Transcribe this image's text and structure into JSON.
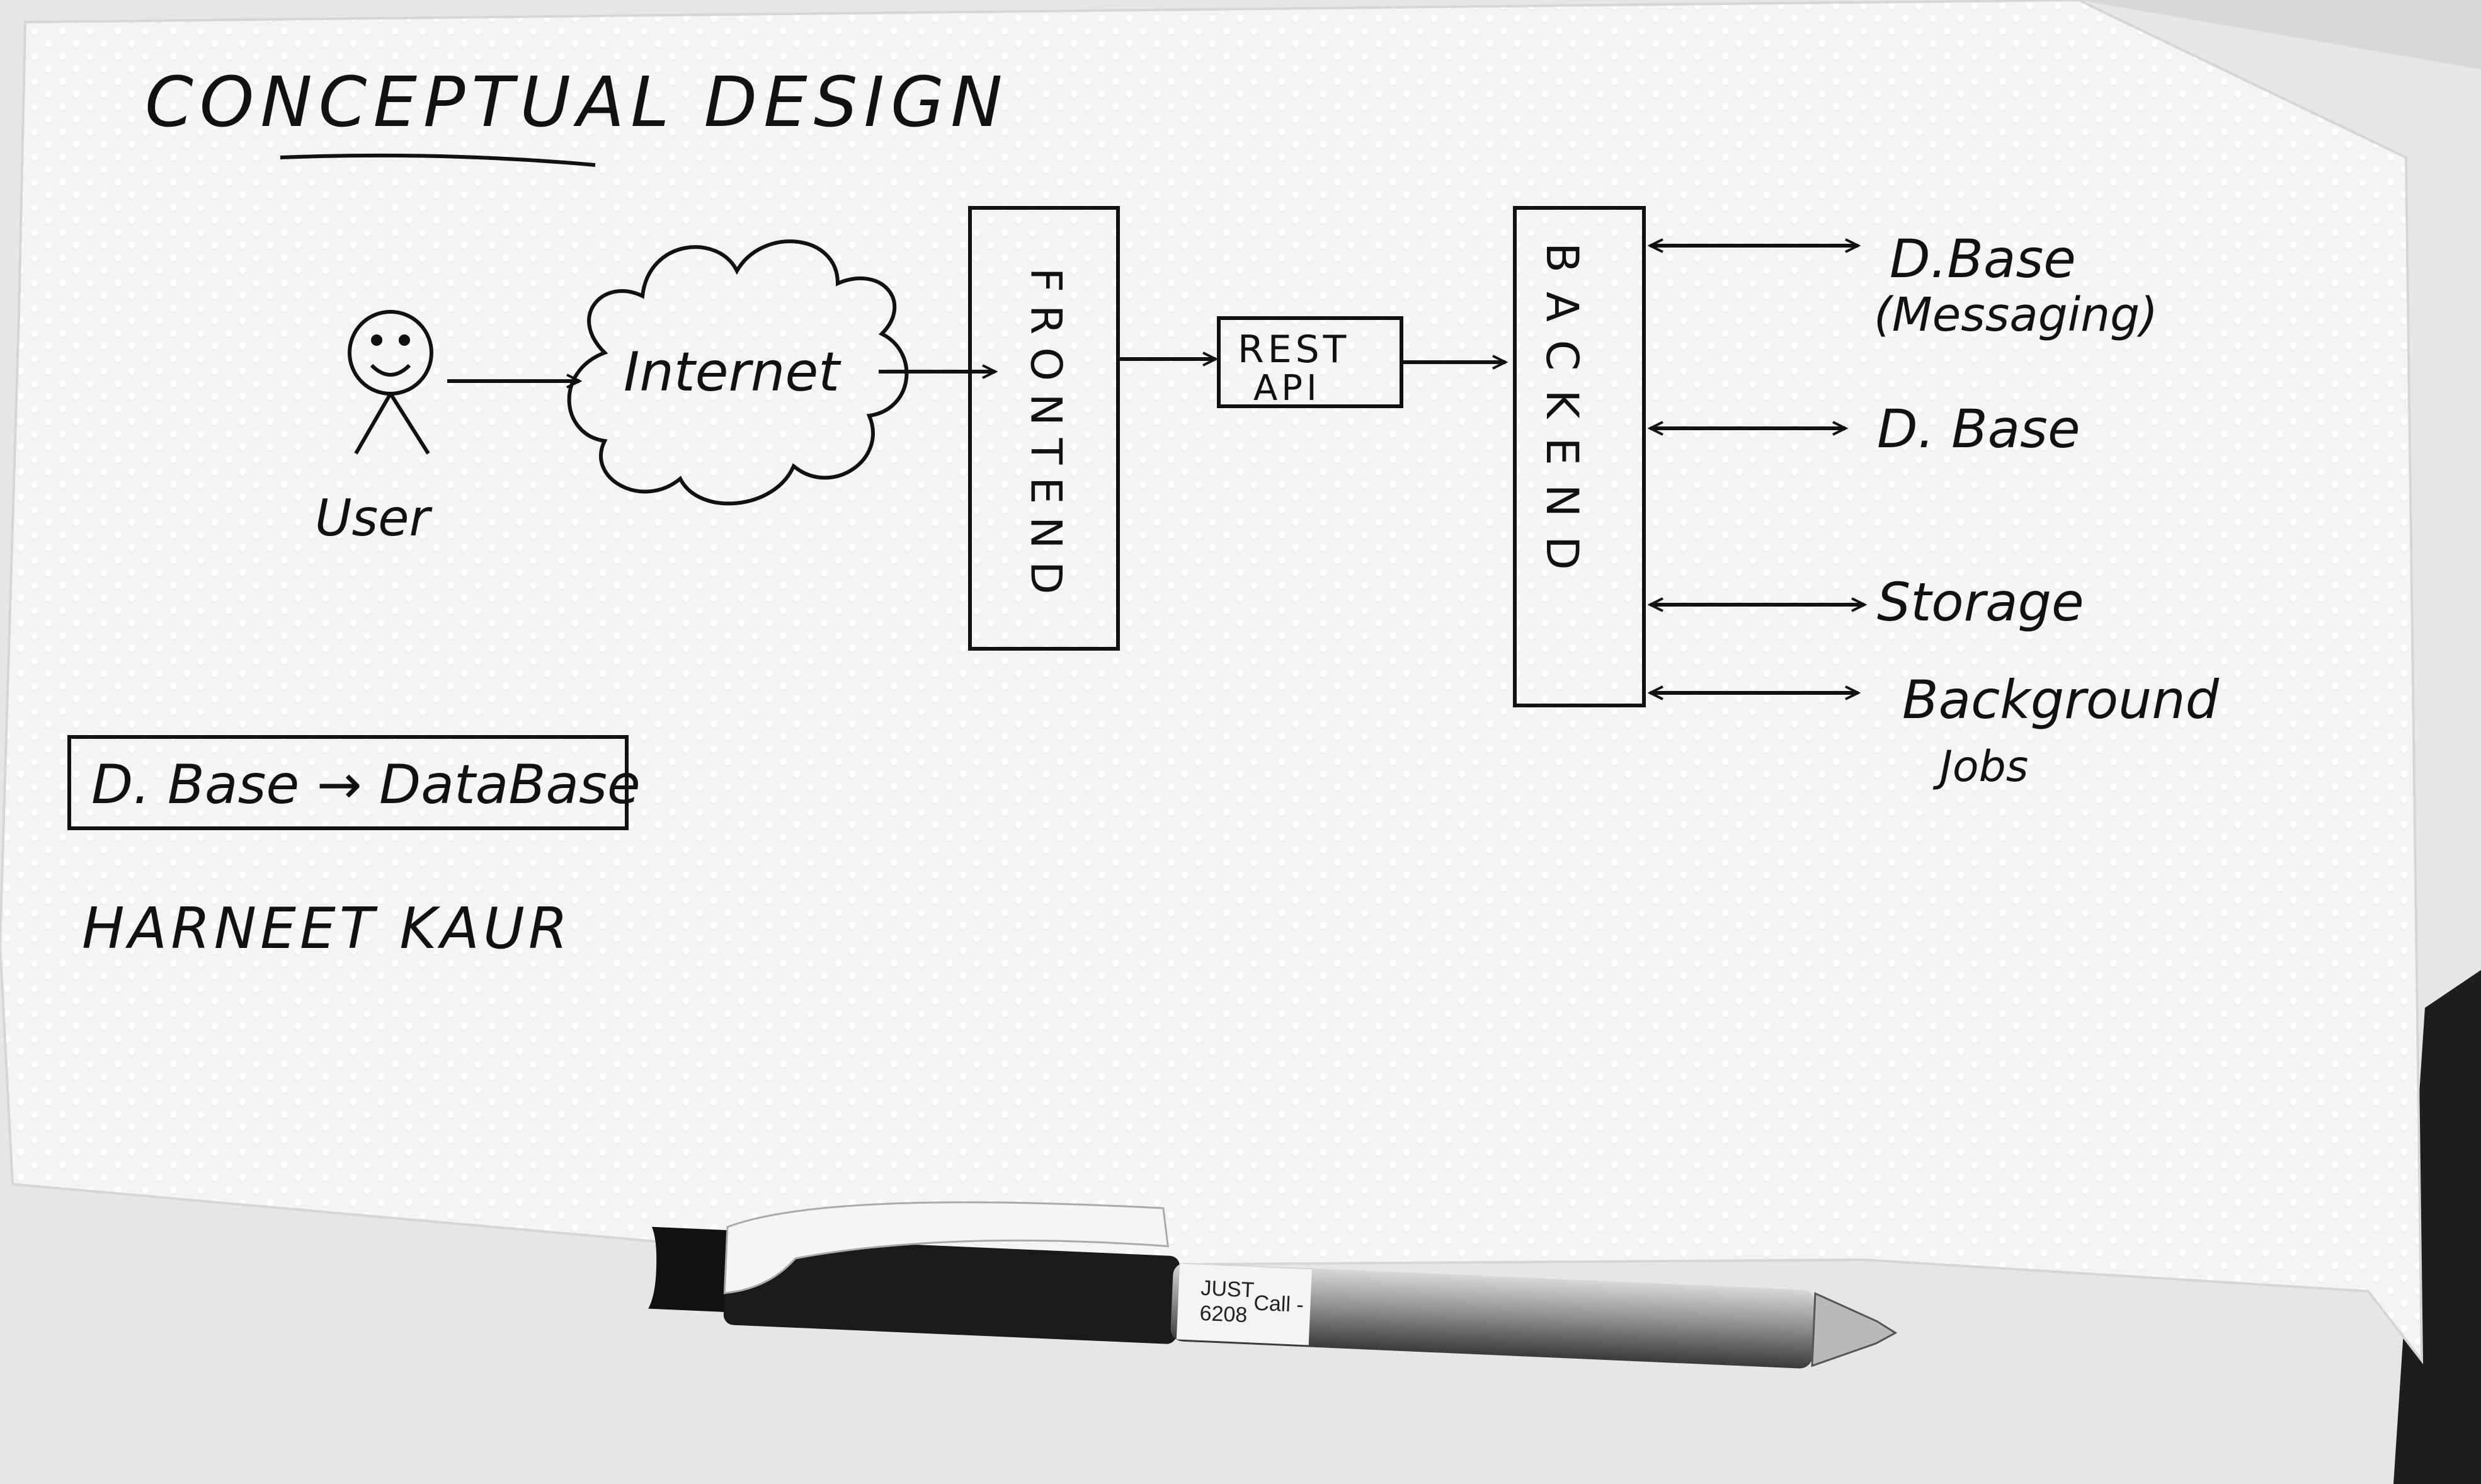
{
  "title": "CONCEPTUAL DESIGN",
  "nodes": {
    "user": "User",
    "internet": "Internet",
    "frontend": "FRONTEND",
    "rest_api_line1": "REST",
    "rest_api_line2": "API",
    "backend": "BACKEND",
    "db_messaging_line1": "D.Base",
    "db_messaging_line2": "(Messaging)",
    "db": "D. Base",
    "storage": "Storage",
    "background_jobs_line1": "Background",
    "background_jobs_line2": "Jobs"
  },
  "legend": "D. Base → DataBase",
  "author": "HARNEET KAUR",
  "pen_text": {
    "line1": "JUST",
    "line2": "6208",
    "line3": "Call -"
  },
  "colors": {
    "paper": "#f6f6f4",
    "ink": "#111111",
    "desk": "#e4e4e2"
  }
}
